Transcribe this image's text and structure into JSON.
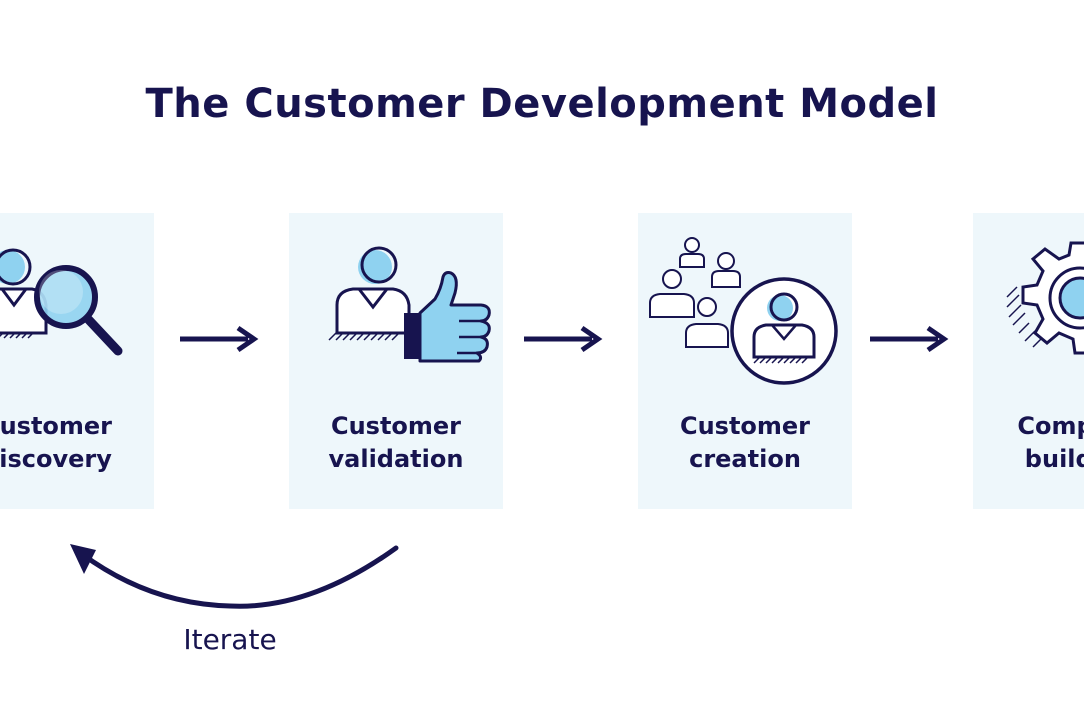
{
  "title": "The Customer Development Model",
  "stages": [
    {
      "line1": "Customer",
      "line2": "discovery",
      "icon": "person-magnifier-icon"
    },
    {
      "line1": "Customer",
      "line2": "validation",
      "icon": "person-thumbs-up-icon"
    },
    {
      "line1": "Customer",
      "line2": "creation",
      "icon": "people-network-icon"
    },
    {
      "line1": "Company",
      "line2": "building",
      "icon": "gear-icon"
    }
  ],
  "iterate_label": "Iterate",
  "colors": {
    "navy": "#17144f",
    "accent_blue": "#8fd2f0",
    "panel_bg": "#eef7fb"
  }
}
